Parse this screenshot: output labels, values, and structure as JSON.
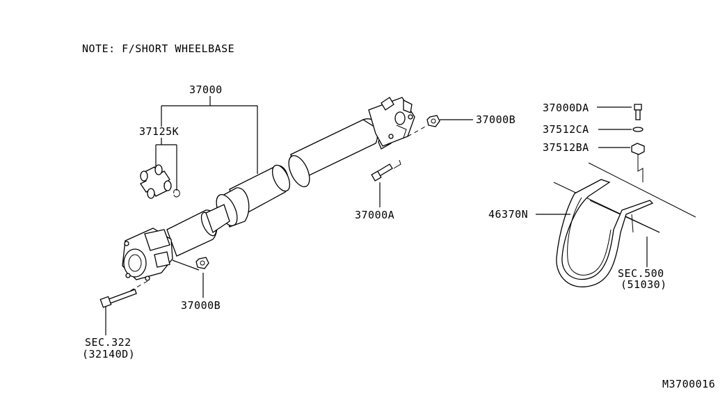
{
  "note": "NOTE: F/SHORT WHEELBASE",
  "diagram_id": "M3700016",
  "callouts": {
    "shaft_assembly": "37000",
    "joint_kit": "37125K",
    "nut_front": "37000B",
    "nut_rear": "37000B",
    "bolt_center": "37000A",
    "bolt_bracket": "37000DA",
    "washer": "37512CA",
    "nut_bracket": "37512BA",
    "strap": "46370N",
    "sec_500": "SEC.500",
    "sec_500_ref": "(51030)",
    "sec_322": "SEC.322",
    "sec_322_ref": "(32140D)"
  }
}
